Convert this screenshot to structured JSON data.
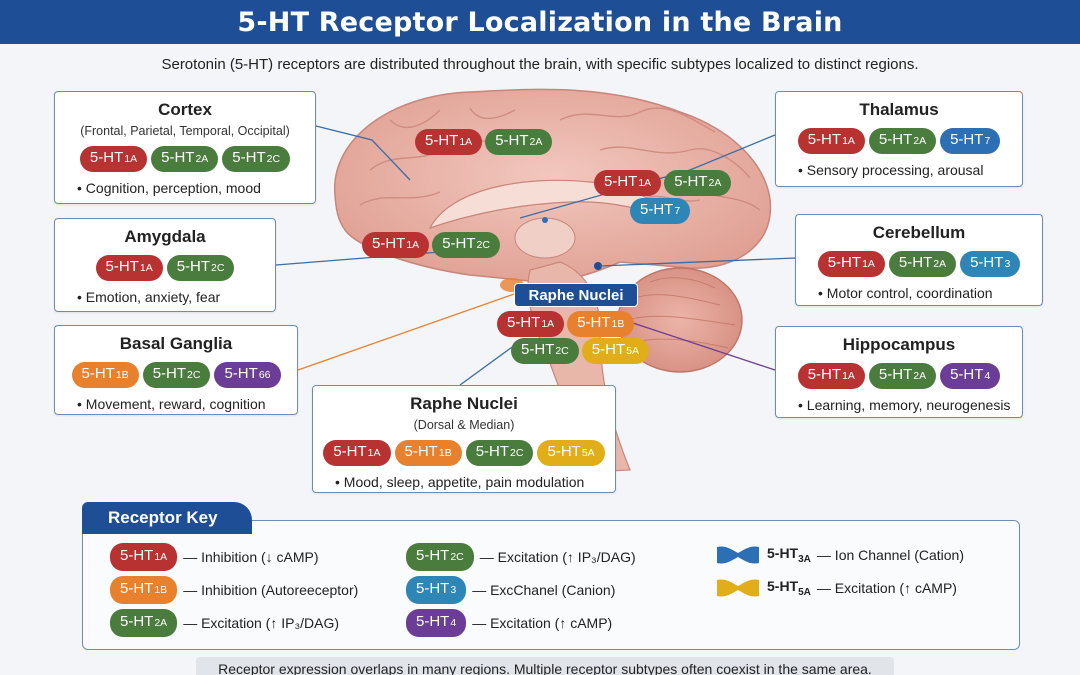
{
  "title": "5-HT Receptor Localization in the Brain",
  "subtitle": "Serotonin (5-HT) receptors are distributed throughout the brain, with specific subtypes localized to distinct regions.",
  "colors": {
    "header": "#1e4e96",
    "red": "#b83232",
    "green": "#4a7d3d",
    "blue": "#2d6fb5",
    "orange": "#e8812e",
    "purple": "#6c3d96",
    "yellow": "#e1ae1a"
  },
  "regions": {
    "cortex": {
      "title": "Cortex",
      "sub": "(Frontal, Parietal, Temporal, Occipital)",
      "function": "Cognition, perception, mood",
      "chips": [
        {
          "base": "5-HT",
          "sub": "1A",
          "color": "red"
        },
        {
          "base": "5-HT",
          "sub": "2A",
          "color": "green"
        },
        {
          "base": "5-HT",
          "sub": "2C",
          "color": "green"
        }
      ]
    },
    "amygdala": {
      "title": "Amygdala",
      "function": "Emotion, anxiety, fear",
      "chips": [
        {
          "base": "5-HT",
          "sub": "1A",
          "color": "red"
        },
        {
          "base": "5-HT",
          "sub": "2C",
          "color": "green"
        }
      ]
    },
    "basal_ganglia": {
      "title": "Basal Ganglia",
      "function": "Movement, reward, cognition",
      "chips": [
        {
          "base": "5-HT",
          "sub": "1B",
          "color": "orange"
        },
        {
          "base": "5-HT",
          "sub": "2C",
          "color": "green"
        },
        {
          "base": "5-HT",
          "sub": "66",
          "color": "purple"
        }
      ]
    },
    "raphe": {
      "title": "Raphe Nuclei",
      "sub": "(Dorsal & Median)",
      "function": "Mood, sleep, appetite, pain modulation",
      "chips": [
        {
          "base": "5-HT",
          "sub": "1A",
          "color": "red"
        },
        {
          "base": "5-HT",
          "sub": "1B",
          "color": "orange"
        },
        {
          "base": "5-HT",
          "sub": "2C",
          "color": "green"
        },
        {
          "base": "5-HT",
          "sub": "5A",
          "color": "yellow"
        }
      ]
    },
    "thalamus": {
      "title": "Thalamus",
      "function": "Sensory processing, arousal",
      "chips": [
        {
          "base": "5-HT",
          "sub": "1A",
          "color": "red"
        },
        {
          "base": "5-HT",
          "sub": "2A",
          "color": "green"
        },
        {
          "base": "5-HT",
          "sub": "7",
          "color": "blue"
        }
      ]
    },
    "cerebellum": {
      "title": "Cerebellum",
      "function": "Motor control, coordination",
      "chips": [
        {
          "base": "5-HT",
          "sub": "1A",
          "color": "red"
        },
        {
          "base": "5-HT",
          "sub": "2A",
          "color": "green"
        },
        {
          "base": "5-HT",
          "sub": "3",
          "color": "teal"
        }
      ]
    },
    "hippocampus": {
      "title": "Hippocampus",
      "function": "Learning, memory, neurogenesis",
      "chips": [
        {
          "base": "5-HT",
          "sub": "1A",
          "color": "red"
        },
        {
          "base": "5-HT",
          "sub": "2A",
          "color": "green"
        },
        {
          "base": "5-HT",
          "sub": "4",
          "color": "purple"
        }
      ]
    }
  },
  "brain_labels": {
    "raphe_label": "Raphe Nuclei",
    "cortex_chips": [
      {
        "base": "5-HT",
        "sub": "1A",
        "color": "red"
      },
      {
        "base": "5-HT",
        "sub": "2A",
        "color": "green"
      }
    ],
    "thalamus_chips": [
      {
        "base": "5-HT",
        "sub": "1A",
        "color": "red"
      },
      {
        "base": "5-HT",
        "sub": "2A",
        "color": "green"
      },
      {
        "base": "5-HT",
        "sub": "7",
        "color": "teal"
      }
    ],
    "amygdala_chips": [
      {
        "base": "5-HT",
        "sub": "1A",
        "color": "red"
      },
      {
        "base": "5-HT",
        "sub": "2C",
        "color": "green"
      }
    ],
    "raphe_chips": [
      {
        "base": "5-HT",
        "sub": "1A",
        "color": "red"
      },
      {
        "base": "5-HT",
        "sub": "1B",
        "color": "orange"
      },
      {
        "base": "5-HT",
        "sub": "2C",
        "color": "green"
      },
      {
        "base": "5-HT",
        "sub": "5A",
        "color": "yellow"
      }
    ]
  },
  "key": {
    "title": "Receptor Key",
    "items": [
      {
        "base": "5-HT",
        "sub": "1A",
        "color": "red",
        "desc": "— Inhibition (↓ cAMP)"
      },
      {
        "base": "5-HT",
        "sub": "1B",
        "color": "orange",
        "desc": "— Inhibition (Autoreeceptor)"
      },
      {
        "base": "5-HT",
        "sub": "2A",
        "color": "green",
        "desc": "— Excitation (↑ IP₃/DAG)"
      },
      {
        "base": "5-HT",
        "sub": "2C",
        "color": "green",
        "desc": "— Excitation (↑ IP₃/DAG)"
      },
      {
        "base": "5-HT",
        "sub": "3",
        "color": "teal",
        "desc": "— ExcChanel (Canion)"
      },
      {
        "base": "5-HT",
        "sub": "4",
        "color": "purple",
        "desc": "— Excitation (↑ cAMP)"
      },
      {
        "base": "5-HT",
        "sub": "3A",
        "color": "blue",
        "shape": "ion",
        "desc": "— Ion Channel (Cation)"
      },
      {
        "base": "5-HT",
        "sub": "5A",
        "color": "yellow",
        "shape": "ion",
        "desc": "— Excitation (↑ cAMP)"
      }
    ]
  },
  "footer": "Receptor expression overlaps in many regions. Multiple receptor subtypes often coexist in the same area."
}
